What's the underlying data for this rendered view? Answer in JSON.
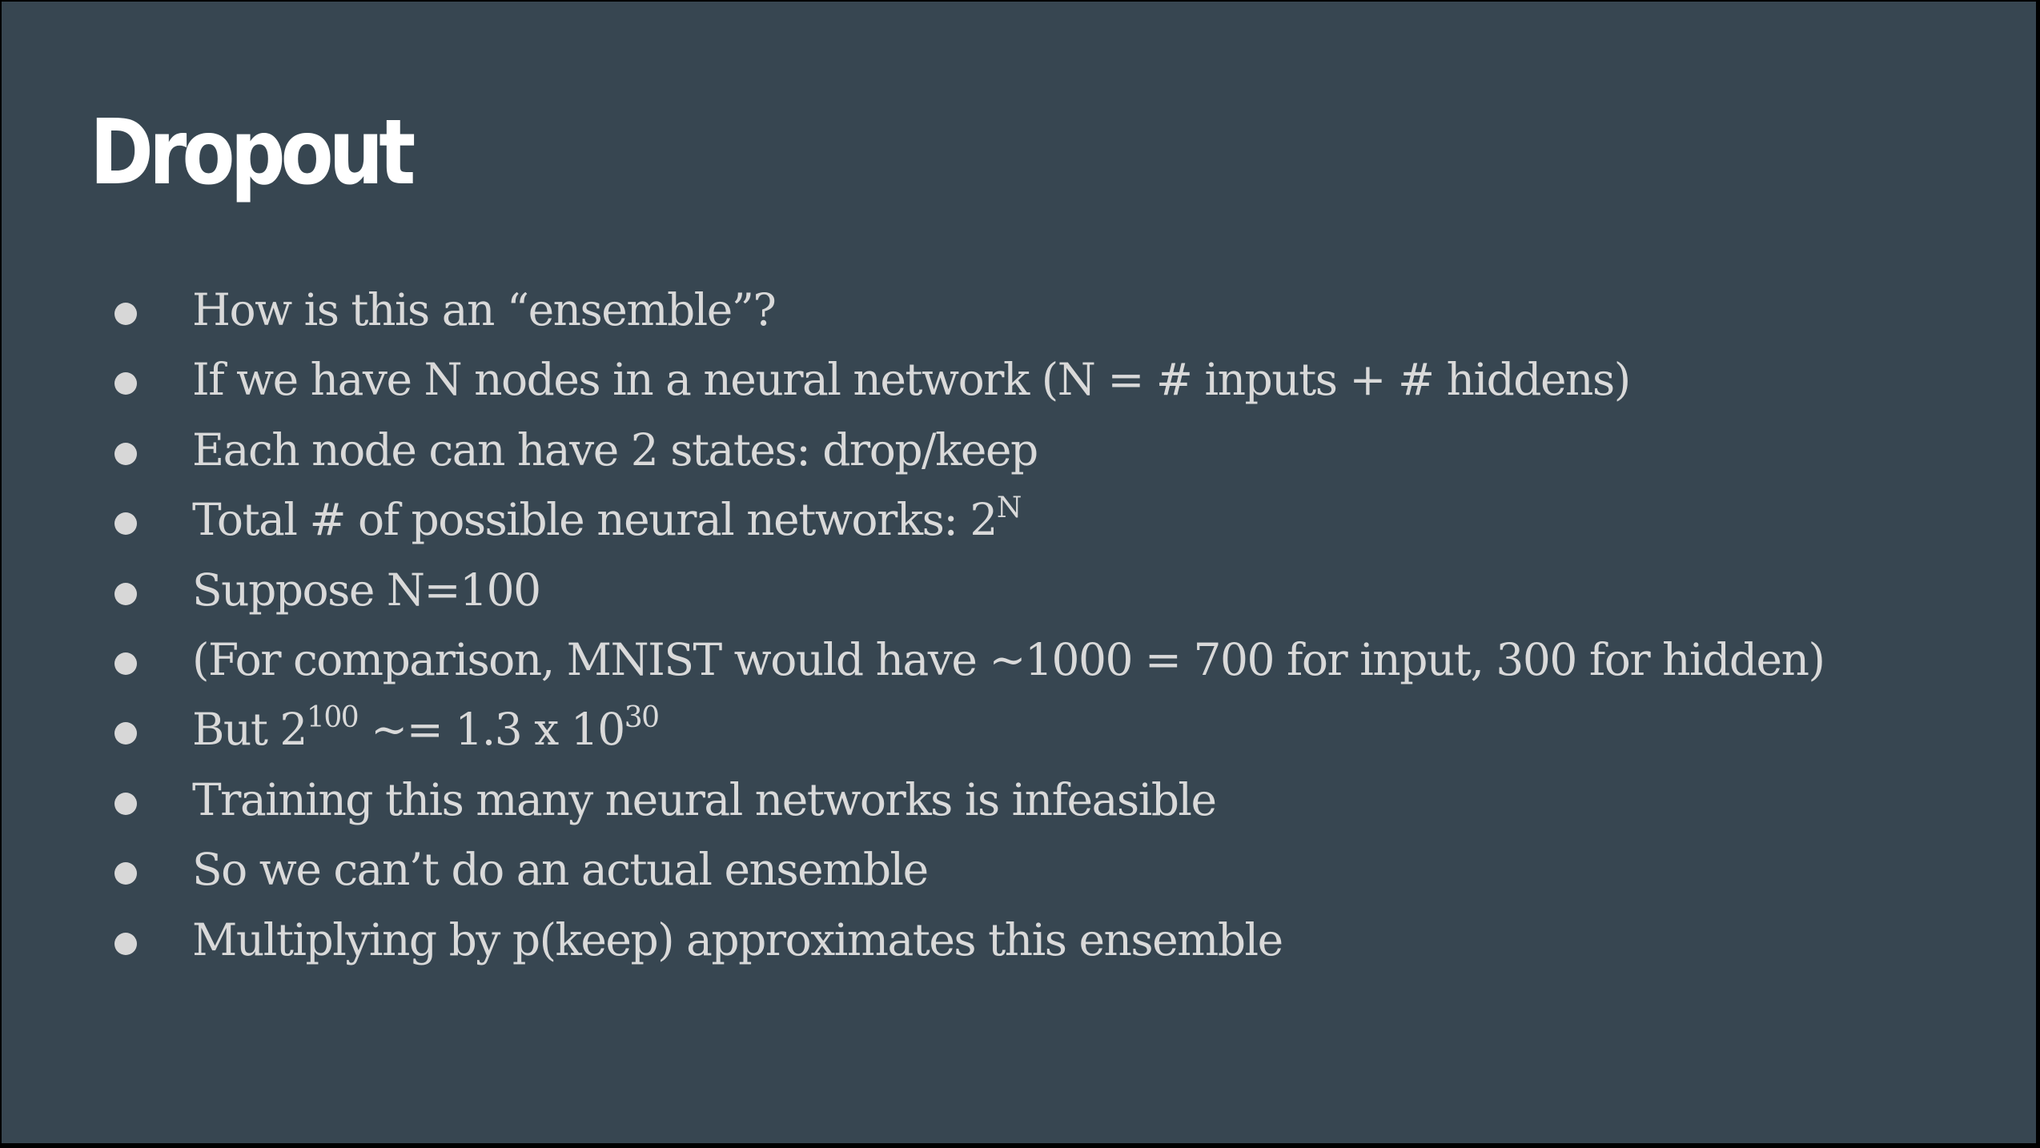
{
  "slide": {
    "title": "Dropout",
    "bullets": [
      {
        "text": "How is this an “ensemble”?"
      },
      {
        "text": "If we have N nodes in a neural network (N = # inputs + # hiddens)"
      },
      {
        "text": "Each node can have 2 states: drop/keep"
      },
      {
        "text": "Total # of possible neural networks: 2",
        "sup": "N"
      },
      {
        "text": "Suppose N=100"
      },
      {
        "text": "(For comparison, MNIST would have ~1000 = 700 for input, 300 for hidden)"
      },
      {
        "parts": [
          "But 2",
          "100",
          " ~= 1.3 x 10",
          "30"
        ]
      },
      {
        "text": "Training this many neural networks is infeasible"
      },
      {
        "text": "So we can’t do an actual ensemble"
      },
      {
        "text": "Multiplying by p(keep) approximates this ensemble"
      }
    ]
  },
  "colors": {
    "background": "#374651",
    "title": "#ffffff",
    "body_text": "#d9d9d9",
    "bullet": "#d7d7d7"
  }
}
